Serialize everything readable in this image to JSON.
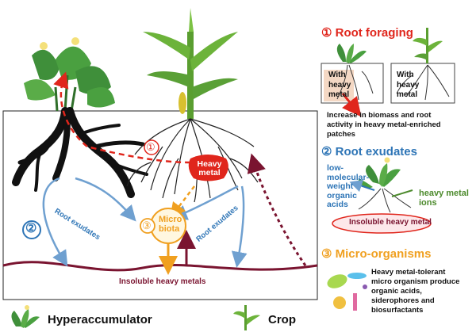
{
  "diagram": {
    "left_panel": {
      "heavy_metal_label": [
        "Heavy",
        "metal"
      ],
      "microbiota_label": [
        "Micro",
        "biota"
      ],
      "root_exudates_label": "Root exudates",
      "insoluble_metals_label": "Insoluble heavy metals",
      "marker_1": "①",
      "marker_2": "②",
      "marker_3": "③"
    },
    "right_panel": {
      "root_foraging": {
        "title": "① Root foraging",
        "with_heavy_metal": [
          "With",
          "heavy",
          "metal"
        ],
        "caption": [
          "Increase in biomass and root",
          "activity  in heavy metal-enriched",
          "patches"
        ]
      },
      "root_exudates": {
        "title": "② Root exudates",
        "acids": [
          "low-",
          "molecular-",
          "weight",
          "organic",
          "acids"
        ],
        "ions": [
          "heavy metal",
          "ions"
        ],
        "insoluble": "Insoluble heavy metal"
      },
      "micro_organisms": {
        "title": "③ Micro-organisms",
        "text": [
          "Heavy metal-tolerant",
          "micro organism produce",
          "organic acids,",
          "siderophores and",
          "biosurfactants"
        ]
      }
    },
    "legend": {
      "hyperaccumulator": "Hyperaccumulator",
      "crop": "Crop"
    },
    "colors": {
      "red": "#e0261c",
      "blue": "#2e75b6",
      "orange": "#f0a020",
      "maroon": "#7a1430",
      "green": "#4c8a2c"
    }
  }
}
